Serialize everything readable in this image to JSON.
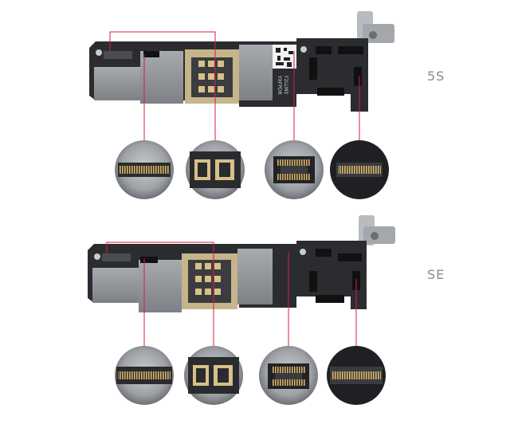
{
  "image": {
    "subject": "Two logic boards with connector close-ups",
    "background_color": "#ffffff",
    "accent_color": "#d81b46",
    "board_color": "#2a2c30",
    "shield_color": "#8f9398"
  },
  "boards": [
    {
      "label": "5S",
      "chip_text": [
        "F2LLM3",
        "YXFPDR"
      ]
    },
    {
      "label": "SE"
    }
  ]
}
